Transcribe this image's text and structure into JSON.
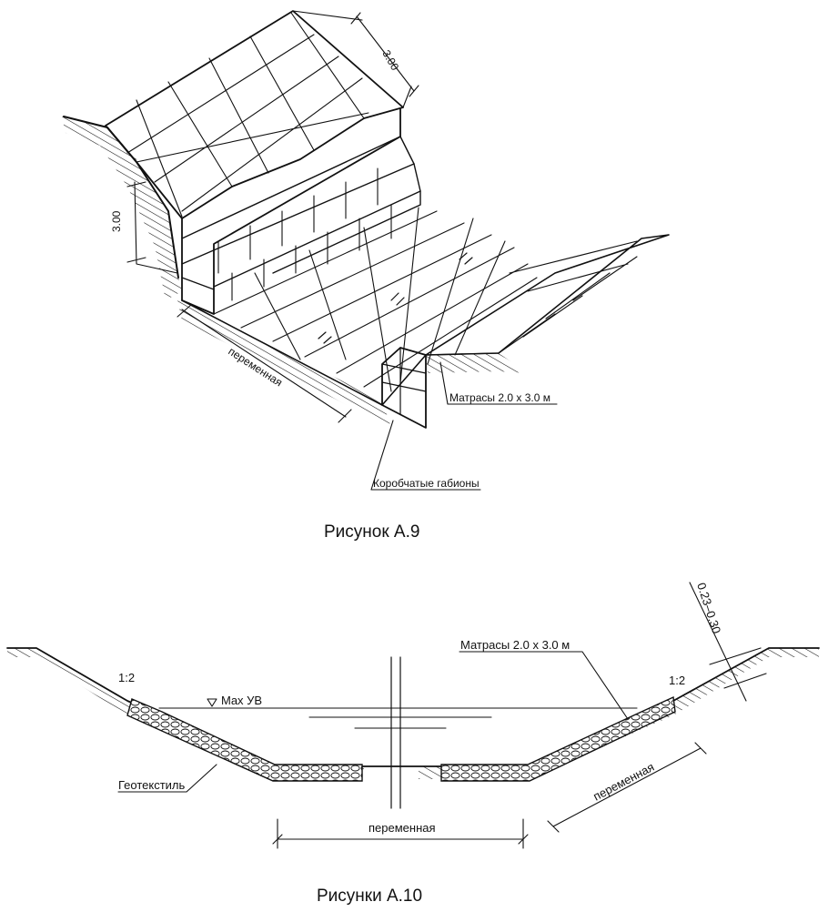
{
  "figure_a9": {
    "caption": "Рисунок А.9",
    "dim_top": "3.00",
    "dim_left": "3.00",
    "dim_bottom": "переменная",
    "label_mattress": "Матрасы 2.0 х 3.0 м",
    "label_gabions": "Коробчатые габионы"
  },
  "figure_a10": {
    "caption": "Рисунки А.10",
    "slope_left": "1:2",
    "slope_right": "1:2",
    "water_level": "Max УВ",
    "label_mattress": "Матрасы 2.0 х 3.0 м",
    "label_geotextile": "Геотекстиль",
    "thickness": "0.23–0.30",
    "dim_bottom": "переменная",
    "dim_slope": "переменная"
  }
}
